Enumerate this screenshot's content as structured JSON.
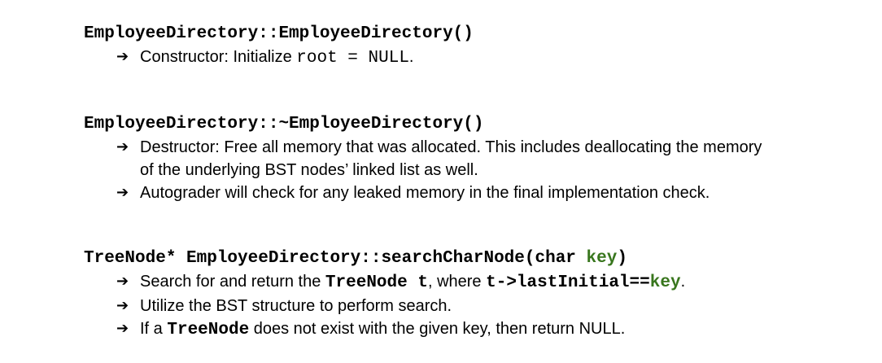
{
  "page": {
    "background": "#ffffff",
    "text_color": "#000000",
    "code_green": "#38761d",
    "bullet_glyph": "➔"
  },
  "sections": [
    {
      "name": "constructor-spec",
      "title": [
        {
          "t": "EmployeeDirectory::EmployeeDirectory()",
          "s": "code-bold"
        }
      ],
      "bullets": [
        [
          {
            "t": "Constructor: Initialize ",
            "s": "sans"
          },
          {
            "t": "root = NULL",
            "s": "code"
          },
          {
            "t": ".",
            "s": "sans"
          }
        ]
      ]
    },
    {
      "name": "destructor-spec",
      "title": [
        {
          "t": "EmployeeDirectory::~EmployeeDirectory()",
          "s": "code-bold"
        }
      ],
      "bullets": [
        [
          {
            "t": "Destructor: Free all memory that was allocated. This includes deallocating the memory of the underlying BST nodes’ linked list as well.",
            "s": "sans"
          }
        ],
        [
          {
            "t": "Autograder will check for any leaked memory in the final implementation check.",
            "s": "sans"
          }
        ]
      ]
    },
    {
      "name": "search-char-node-spec",
      "title": [
        {
          "t": "TreeNode* EmployeeDirectory::searchCharNode(char ",
          "s": "code-bold"
        },
        {
          "t": "key",
          "s": "code-bold-green"
        },
        {
          "t": ")",
          "s": "code-bold"
        }
      ],
      "bullets": [
        [
          {
            "t": "Search for and return the ",
            "s": "sans"
          },
          {
            "t": "TreeNode t",
            "s": "code-bold"
          },
          {
            "t": ", where ",
            "s": "sans"
          },
          {
            "t": "t->lastInitial==",
            "s": "code-bold"
          },
          {
            "t": "key",
            "s": "code-bold-green"
          },
          {
            "t": ".",
            "s": "sans"
          }
        ],
        [
          {
            "t": "Utilize the BST structure to perform search.",
            "s": "sans"
          }
        ],
        [
          {
            "t": "If a ",
            "s": "sans"
          },
          {
            "t": "TreeNode",
            "s": "code-bold"
          },
          {
            "t": " does not exist with the given key, then return NULL.",
            "s": "sans"
          }
        ]
      ]
    }
  ]
}
